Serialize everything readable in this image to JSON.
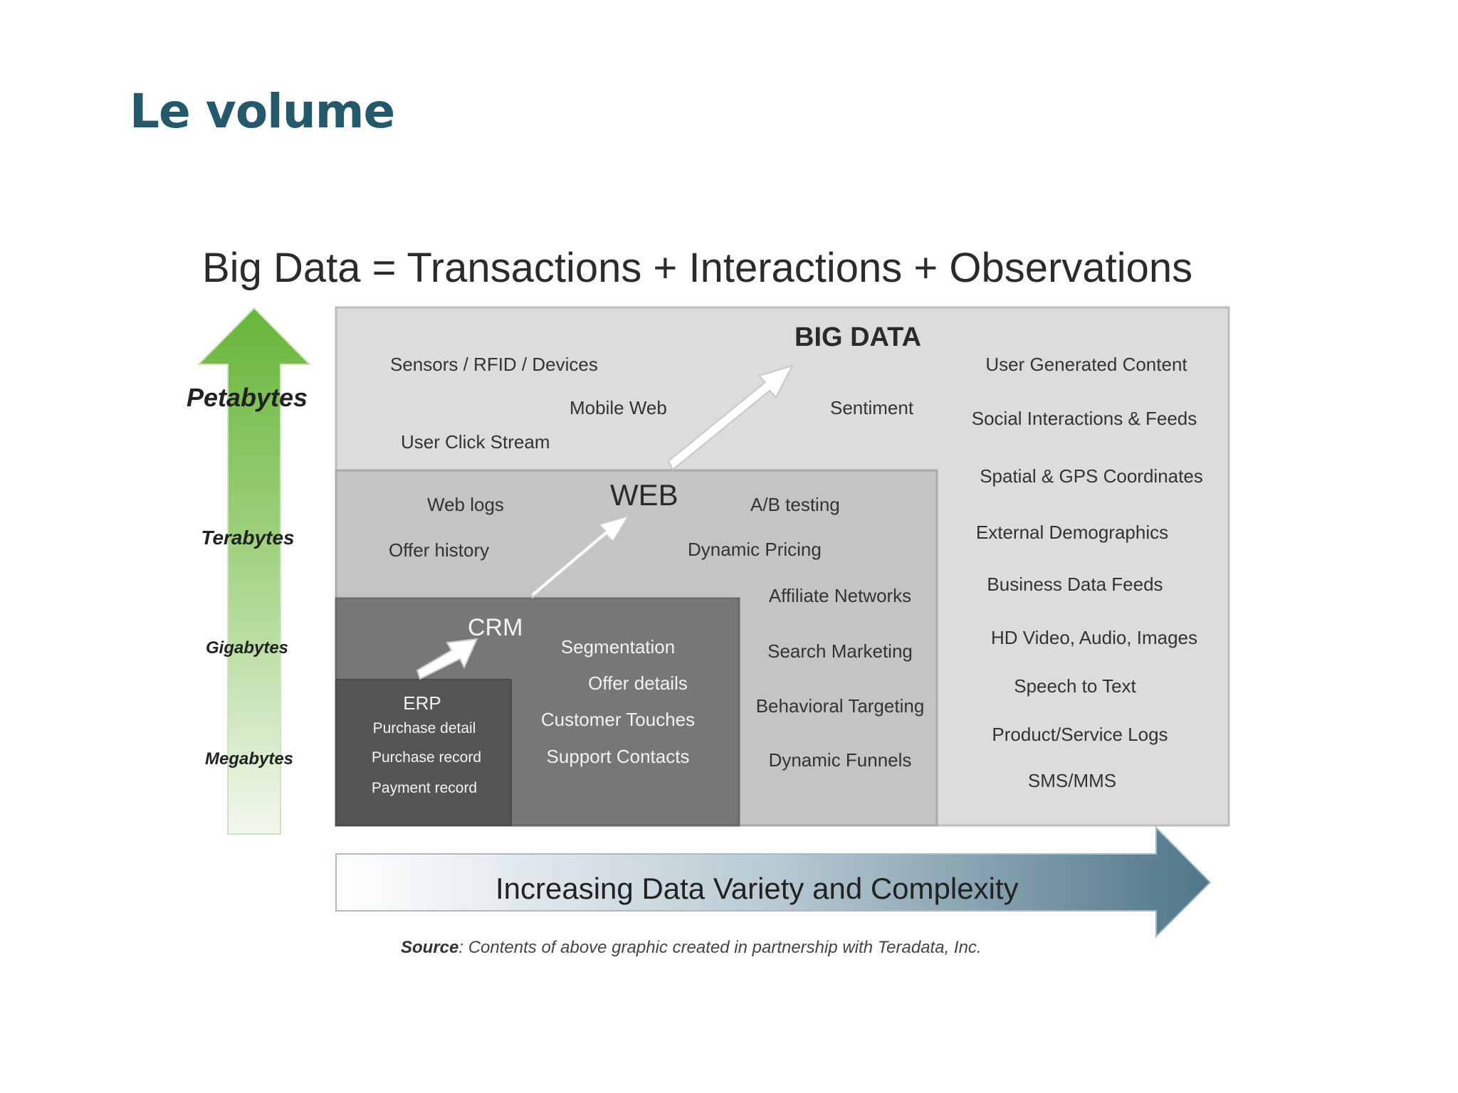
{
  "slide": {
    "title": "Le volume"
  },
  "diagram": {
    "title": "Big Data = Transactions + Interactions + Observations",
    "scale": {
      "petabytes": "Petabytes",
      "terabytes": "Terabytes",
      "gigabytes": "Gigabytes",
      "megabytes": "Megabytes"
    },
    "big_data": {
      "heading": "BIG DATA",
      "items": [
        "Sensors / RFID / Devices",
        "Mobile Web",
        "User Click Stream",
        "Sentiment"
      ],
      "right_column": [
        "User Generated Content",
        "Social Interactions & Feeds",
        "Spatial & GPS Coordinates",
        "External Demographics",
        "Business Data Feeds",
        "HD Video, Audio, Images",
        "Speech to Text",
        "Product/Service Logs",
        "SMS/MMS"
      ]
    },
    "web": {
      "heading": "WEB",
      "items": [
        "Web logs",
        "Offer history",
        "A/B testing",
        "Dynamic Pricing"
      ],
      "right_column": [
        "Affiliate Networks",
        "Search Marketing",
        "Behavioral Targeting",
        "Dynamic Funnels"
      ]
    },
    "crm": {
      "heading": "CRM",
      "items": [
        "Segmentation",
        "Offer details",
        "Customer Touches",
        "Support Contacts"
      ]
    },
    "erp": {
      "heading": "ERP",
      "items": [
        "Purchase detail",
        "Purchase record",
        "Payment record"
      ]
    },
    "band_label": "Increasing Data Variety and Complexity",
    "source_label": "Source",
    "source_text": ": Contents of above graphic created in partnership with Teradata, Inc."
  },
  "colors": {
    "title": "#24596b",
    "arrow_green": "#6fb83f",
    "big_data_box": "#dcdcdc",
    "web_box": "#c4c4c4",
    "crm_box": "#777777",
    "erp_box": "#555555",
    "band_arrow_dark": "#557a8e"
  }
}
